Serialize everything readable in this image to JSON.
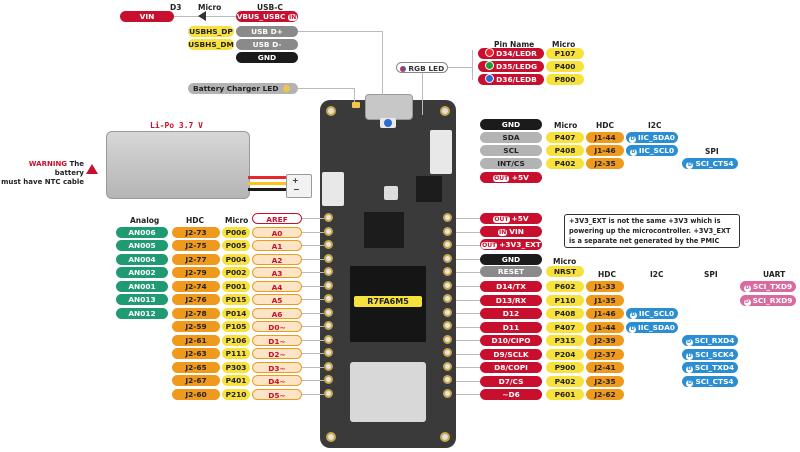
{
  "top_headers": {
    "d3": "D3",
    "micro": "Micro",
    "usbc": "USB-C"
  },
  "top_pins": {
    "vin": "VIN",
    "vbus": "VBUS_USBC",
    "vbus_tag": "IN",
    "usbhs_dp": "USBHS_DP",
    "usb_dp": "USB D+",
    "usbhs_dm": "USBHS_DM",
    "usb_dm": "USB D-",
    "gnd": "GND"
  },
  "rgb": {
    "pin_name_header": "Pin Name",
    "micro_header": "Micro",
    "label": "RGB LED",
    "rows": [
      {
        "name": "D34/LEDR",
        "micro": "P107",
        "dot": "#e8262e"
      },
      {
        "name": "D35/LEDG",
        "micro": "P400",
        "dot": "#1f9b3a"
      },
      {
        "name": "D36/LEDB",
        "micro": "P800",
        "dot": "#2b6bd3"
      }
    ]
  },
  "charger_led": "Battery Charger LED",
  "battery": {
    "label": "Li-Po 3.7 V",
    "warning_title": "WARNING",
    "warning_text_1": "The battery",
    "warning_text_2": "must have NTC cable",
    "wire_colors": [
      "#e8262e",
      "#f7c51d",
      "#1b1b1b"
    ]
  },
  "qwiic": {
    "headers": {
      "micro": "Micro",
      "hdc": "HDC",
      "i2c": "I2C",
      "spi": "SPI"
    },
    "gnd": "GND",
    "rows": [
      {
        "name": "SDA",
        "micro": "P407",
        "hdc": "J1-44",
        "i2c": "IIC_SDA0"
      },
      {
        "name": "SCL",
        "micro": "P408",
        "hdc": "J1-46",
        "i2c": "IIC_SCL0"
      },
      {
        "name": "INT/CS",
        "micro": "P402",
        "hdc": "J2-35",
        "spi": "SCI_CTS4"
      }
    ],
    "out_tag": "OUT",
    "power": "+5V"
  },
  "left_headers": {
    "analog": "Analog",
    "hdc": "HDC",
    "micro": "Micro"
  },
  "left_rows": [
    {
      "pin": "AREF"
    },
    {
      "analog": "AN006",
      "hdc": "J2-73",
      "micro": "P006",
      "pin": "A0"
    },
    {
      "analog": "AN005",
      "hdc": "J2-75",
      "micro": "P005",
      "pin": "A1"
    },
    {
      "analog": "AN004",
      "hdc": "J2-77",
      "micro": "P004",
      "pin": "A2"
    },
    {
      "analog": "AN002",
      "hdc": "J2-79",
      "micro": "P002",
      "pin": "A3"
    },
    {
      "analog": "AN001",
      "hdc": "J2-74",
      "micro": "P001",
      "pin": "A4"
    },
    {
      "analog": "AN013",
      "hdc": "J2-76",
      "micro": "P015",
      "pin": "A5"
    },
    {
      "analog": "AN012",
      "hdc": "J2-78",
      "micro": "P014",
      "pin": "A6"
    },
    {
      "hdc": "J2-59",
      "micro": "P105",
      "pin": "D0~"
    },
    {
      "hdc": "J2-61",
      "micro": "P106",
      "pin": "D1~"
    },
    {
      "hdc": "J2-63",
      "micro": "P111",
      "pin": "D2~"
    },
    {
      "hdc": "J2-65",
      "micro": "P303",
      "pin": "D3~"
    },
    {
      "hdc": "J2-67",
      "micro": "P401",
      "pin": "D4~"
    },
    {
      "hdc": "J2-60",
      "micro": "P210",
      "pin": "D5~"
    }
  ],
  "right_power": [
    {
      "tag": "OUT",
      "label": "+5V"
    },
    {
      "tag": "IN",
      "label": "VIN"
    },
    {
      "tag": "OUT",
      "label": "+3V3_EXT"
    }
  ],
  "note": {
    "line1": "+3V3_EXT is not the same +3V3 which is",
    "line2": "powering up the microcontroller. +3V3_EXT",
    "line3": "is a separate net generated by the PMIC"
  },
  "right_gnd": "GND",
  "right_reset": "RESET",
  "right_reset_micro": "NRST",
  "right_headers": {
    "micro": "Micro",
    "hdc": "HDC",
    "i2c": "I2C",
    "spi": "SPI",
    "uart": "UART"
  },
  "right_rows": [
    {
      "pin": "D14/TX",
      "micro": "P602",
      "hdc": "J1-33",
      "uart": "SCI_TXD9"
    },
    {
      "pin": "D13/RX",
      "micro": "P110",
      "hdc": "J1-35",
      "uart": "SCI_RXD9"
    },
    {
      "pin": "D12",
      "micro": "P408",
      "hdc": "J1-46",
      "i2c": "IIC_SCL0"
    },
    {
      "pin": "D11",
      "micro": "P407",
      "hdc": "J1-44",
      "i2c": "IIC_SDA0"
    },
    {
      "pin": "D10/CIPO",
      "micro": "P315",
      "hdc": "J2-39",
      "spi": "SCI_RXD4"
    },
    {
      "pin": "D9/SCLK",
      "micro": "P204",
      "hdc": "J2-37",
      "spi": "SCI_SCK4"
    },
    {
      "pin": "D8/COPI",
      "micro": "P900",
      "hdc": "J2-41",
      "spi": "SCI_TXD4"
    },
    {
      "pin": "D7/CS",
      "micro": "P402",
      "hdc": "J2-35",
      "spi": "SCI_CTS4"
    },
    {
      "pin": "~D6",
      "micro": "P601",
      "hdc": "J2-62"
    }
  ],
  "board": {
    "mcu_label": "R7FA6M5"
  },
  "icon_glyph": "D"
}
